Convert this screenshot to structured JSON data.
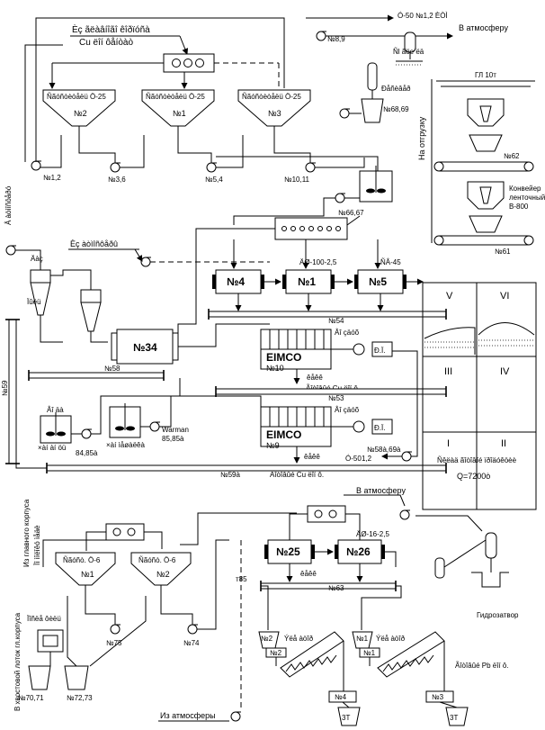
{
  "top": {
    "exhaust_label": "Ó-50 №1,2 ÈÒÌ",
    "atmosphere_label": "В атмосферу",
    "pump_8_9": "№8,9",
    "feed_label_1": "Èç ãëàâíîãî êîðïóñà",
    "feed_label_2": "Cu ëîí ôåíòàò",
    "thickener_left": "Ñãóñòèòåëü Ö-25",
    "thickener_mid": "Ñãóñòèòåëü Ö-25",
    "thickener_right": "Ñãóñòèòåëü Ö-25",
    "thickener_left_no": "№2",
    "thickener_mid_no": "№1",
    "thickener_right_no": "№3",
    "pump_1_2": "№1,2",
    "pump_3_6": "№3,6",
    "pump_5_4": "№5,4",
    "pump_10_11": "№10,11",
    "pump_66_67": "№66,67",
    "pump_68_69": "№68,69",
    "separator_label": "Ñl ãöe ëä",
    "receiver_label": "Ðåñèâåð",
    "side_label_left": "Â àòìîñôåðó",
    "air_from_label": "Èç àòìîñôåðû"
  },
  "loading": {
    "bunker_label": "ГЛ 10т",
    "conveyor_62": "№62",
    "conveyor_61": "№61",
    "conveyor_name": "Конвейер ленточный В-800",
    "shipment_label": "На отгрузку"
  },
  "filters": {
    "manifold_label": "ÄØ-100-2,5",
    "sv_label": "ÑÂ-45",
    "filter_4": "№4",
    "filter_1": "№1",
    "filter_5": "№5",
    "conveyor_54": "№54",
    "cyclone_label": "Äàç",
    "dust_label": "Ïûëü",
    "dryer_34": "№34",
    "conveyor_58": "№58",
    "conveyor_59": "№59",
    "eimco_10_name": "EIMCO",
    "eimco_10_no": "№10",
    "eimco_9_name": "EIMCO",
    "eimco_9_no": "№9",
    "vacuum_label_1": "Âî çäóõ",
    "vacuum_label_2": "Âî çäóõ",
    "rp_box_1": "Ð.Ï.",
    "rp_box_2": "Ð.Ï.",
    "product_1": "Ãîòîâûé Cu ëîí ô.",
    "product_2": "Ãîòîâûé Cu ëîí ô.",
    "conveyor_53": "№53",
    "conveyor_59a": "№59à",
    "cake_1": "êåêê",
    "cake_2": "êåêê",
    "pump_84_85a": "84,85à",
    "pump_warman": "Warman",
    "pump_warman_no": "85,85à",
    "tank_label_1": "×àí àí öü",
    "tank_label_2": "×àí ìåøàëêà",
    "air_label": "Âî äà",
    "pump_58a_69a": "№58à,69à",
    "pump_u50": "Ó-50",
    "pump_u50_no": "1,2"
  },
  "storage": {
    "cell_1": "V",
    "cell_2": "VI",
    "cell_3": "III",
    "cell_4": "IV",
    "cell_5": "I",
    "cell_6": "II",
    "storage_title": "Ñêëàä ãîòîâîé ïðîäóêöèè",
    "capacity": "Q=7200ò"
  },
  "bottom": {
    "atmosphere_label": "В атмосферу",
    "from_main_1": "Из главного корпуса",
    "from_main_2": "Ïî ìîëîêó ìåäè",
    "thickener_1": "Ñãóñò. Ö-6",
    "thickener_2": "Ñãóñò. Ö-6",
    "thickener_1_no": "№1",
    "thickener_2_no": "№2",
    "filter_25": "№25",
    "filter_26": "№26",
    "manifold_label": "ÄØ-16-2,5",
    "cake_label": "êåêê",
    "conveyor_63": "№63",
    "hydrolock_label": "Гидрозатвор",
    "pump_75": "№75",
    "pump_74": "№74",
    "pump_70_71": "№70,71",
    "pump_72_73": "№72,73",
    "label_85": "т85",
    "to_tailings": "В хвостовой лоток гл.корпуса",
    "overflow_label": "Ïîñëå ôèëü",
    "from_atmosphere": "Из атмосферы",
    "bunker_2": "№2",
    "bunker_1": "№1",
    "screw_2": "№2",
    "screw_1": "№1",
    "elevator_2": "Ýëå àòîð",
    "elevator_1": "Ýëå àòîð",
    "screw_4": "№4",
    "screw_3": "№3",
    "product_right": "Ãîòîâûé Pb ëîí ô.",
    "tank_4_label": "3Т",
    "tank_3_label": "3Т"
  }
}
